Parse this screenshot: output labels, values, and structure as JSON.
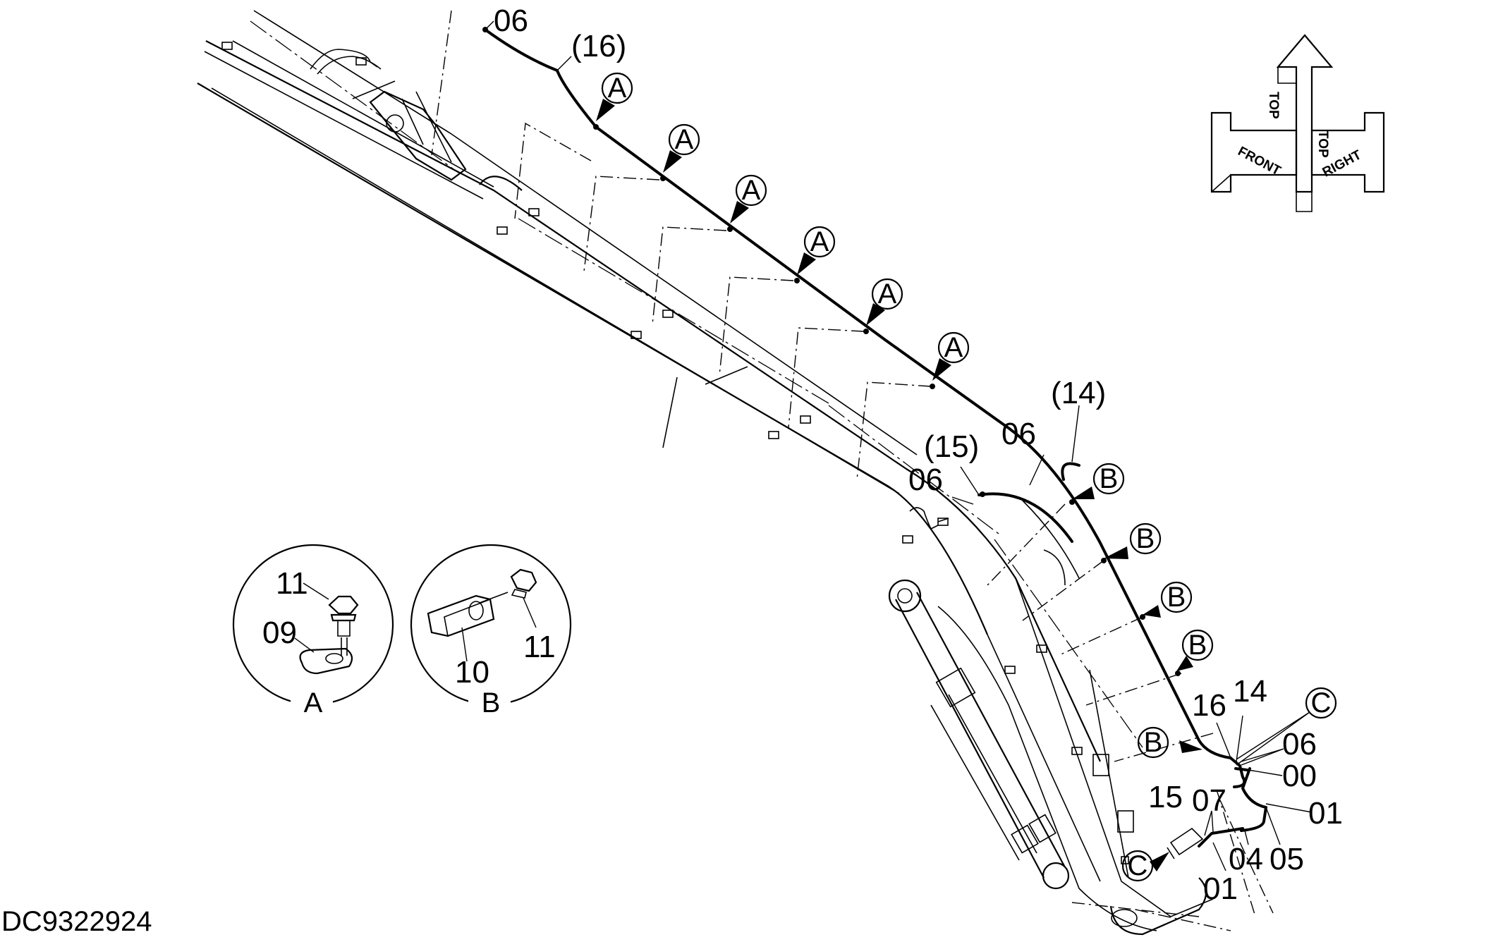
{
  "drawing": {
    "code": "DC9322924"
  },
  "labels": {
    "top_06": "06",
    "top_16": "(16)",
    "mid_14": "(14)",
    "mid_06a": "06",
    "mid_15": "(15)",
    "mid_06b": "06",
    "r_16": "16",
    "r_14": "14",
    "r_06": "06",
    "r_00": "00",
    "r_15": "15",
    "r_07": "07",
    "r_01a": "01",
    "r_04": "04",
    "r_05": "05",
    "r_01b": "01"
  },
  "callouts": {
    "a": "A",
    "b": "B",
    "c": "C"
  },
  "detail_a": {
    "bolt": "11",
    "clamp": "09",
    "name": "A"
  },
  "detail_b": {
    "bolt": "11",
    "clamp": "10",
    "name": "B"
  },
  "orientation": {
    "front": "FRONT",
    "top_left": "TOP",
    "top_right": "TOP",
    "right": "RIGHT"
  }
}
